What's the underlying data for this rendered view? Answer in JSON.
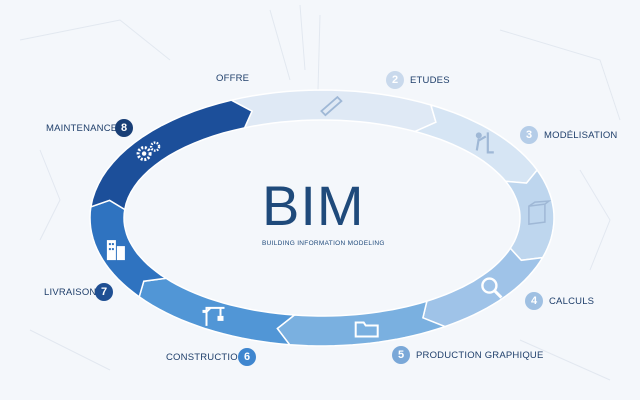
{
  "center": {
    "title": "BIM",
    "subtitle": "BUILDING INFORMATION MODELING"
  },
  "steps": [
    {
      "number": "",
      "label": "OFFRE",
      "color": "#dfe9f5",
      "icon": "hand-pencil-icon"
    },
    {
      "number": "2",
      "label": "ETUDES",
      "color": "#d6e5f4",
      "icon": "architect-drawing-icon"
    },
    {
      "number": "3",
      "label": "MODÉLISATION",
      "color": "#bed6ee",
      "icon": "3d-model-icon"
    },
    {
      "number": "4",
      "label": "CALCULS",
      "color": "#9fc3e8",
      "icon": "magnifier-icon"
    },
    {
      "number": "5",
      "label": "PRODUCTION GRAPHIQUE",
      "color": "#7ab0e0",
      "icon": "folder-icon"
    },
    {
      "number": "6",
      "label": "CONSTRUCTION",
      "color": "#5196d6",
      "icon": "crane-icon"
    },
    {
      "number": "7",
      "label": "LIVRAISON",
      "color": "#2f73c0",
      "icon": "building-icon"
    },
    {
      "number": "8",
      "label": "MAINTENANCE",
      "color": "#1c4f9a",
      "icon": "gears-icon"
    }
  ]
}
